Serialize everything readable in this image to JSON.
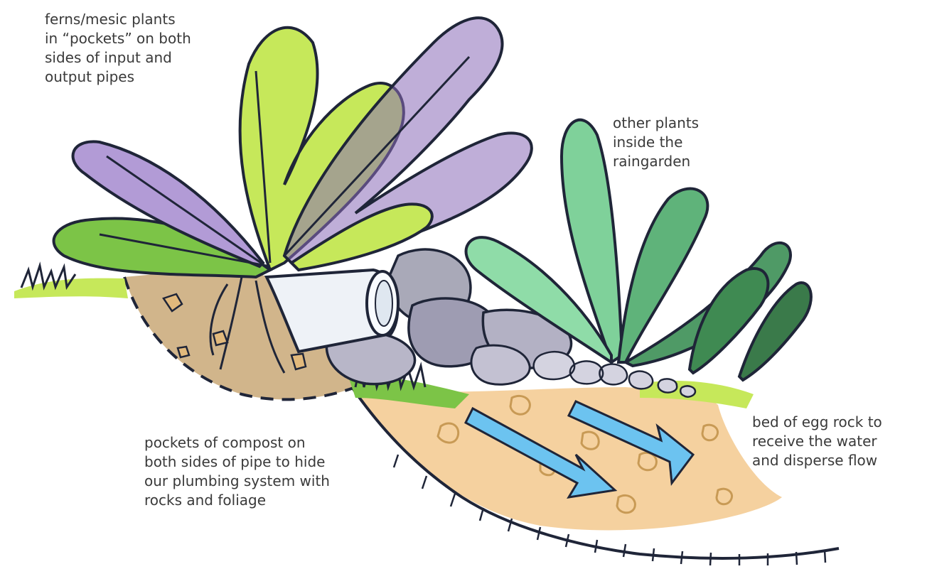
{
  "labels": {
    "ferns": "ferns/mesic plants\nin “pockets” on both\nsides of input and\noutput pipes",
    "other_plants": "other plants\ninside the\nraingarden",
    "compost": "pockets of compost on\nboth sides of pipe to hide\nour plumbing system with\nrocks and foliage",
    "egg_rock": "bed of egg rock to\nreceive the water\nand disperse flow"
  },
  "colors": {
    "soil": "#c9a877",
    "soil_light": "#f3c98e",
    "leaf_green": "#7cc447",
    "leaf_lime": "#c6e85a",
    "leaf_purple": "#8a6bb8",
    "dark_green": "#3f8a52",
    "rock_grey": "#a9a9b8",
    "pipe_white": "#eef2f7",
    "water_blue": "#6cc3f0",
    "outline": "#1f2538",
    "text": "#3a3a3a"
  }
}
